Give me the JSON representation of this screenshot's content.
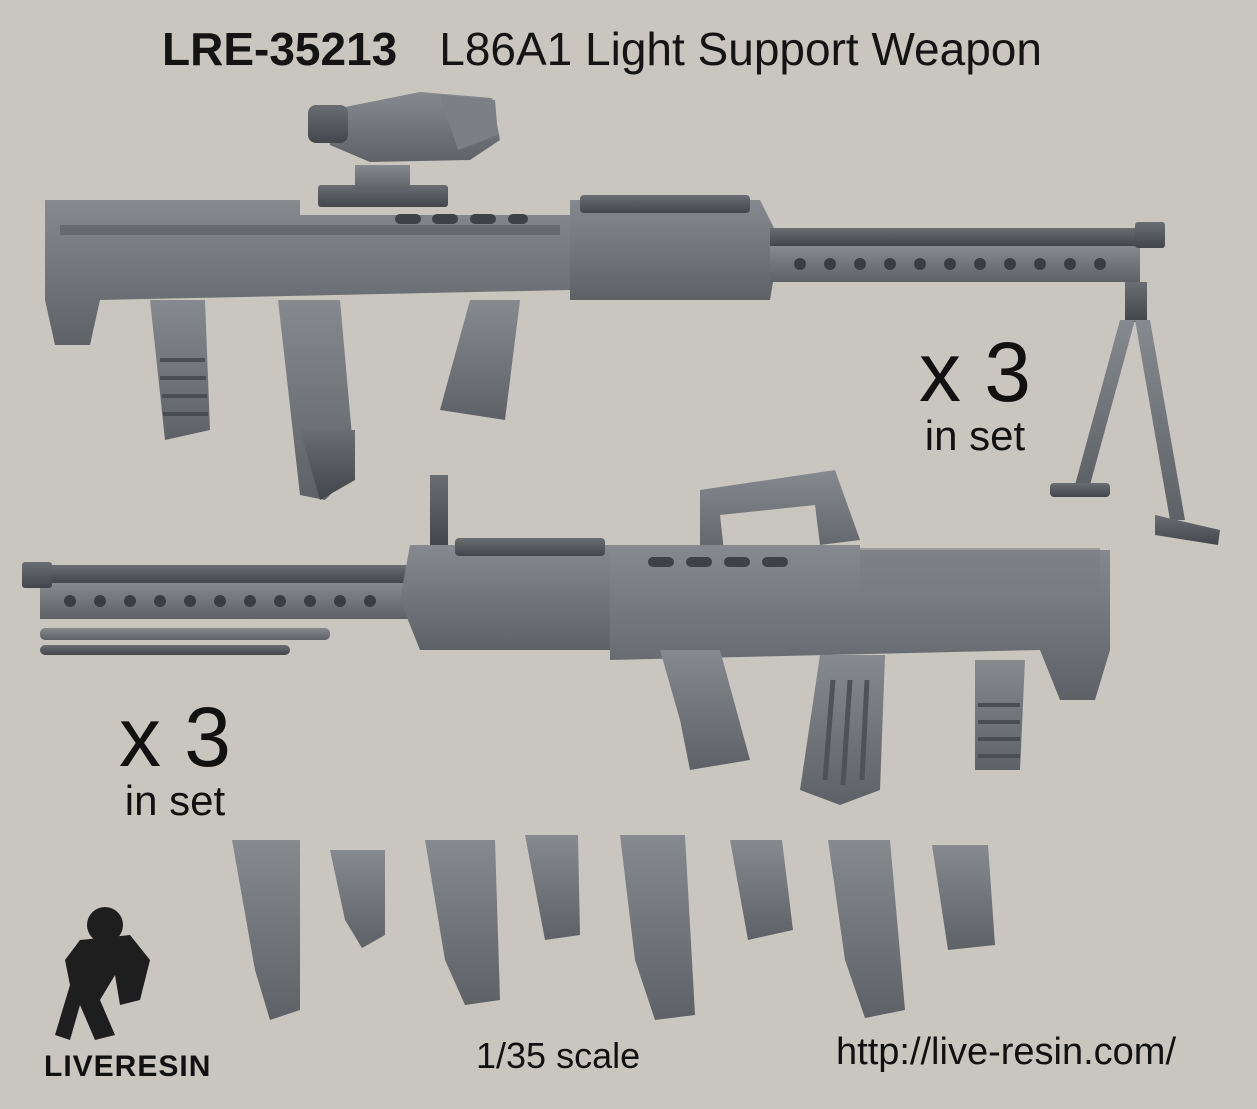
{
  "header": {
    "product_code": "LRE-35213",
    "product_name": "L86A1 Light Support Weapon"
  },
  "quantity_top": {
    "multiplier": "x 3",
    "label": "in set"
  },
  "quantity_bottom": {
    "multiplier": "x 3",
    "label": "in set"
  },
  "footer": {
    "scale": "1/35 scale",
    "url": "http://live-resin.com/",
    "brand": "LIVERESIN"
  },
  "colors": {
    "background": "#c9c6bf",
    "model_gray": "#6d7074",
    "model_dark": "#45484c",
    "model_light": "#8a8d91"
  },
  "magazine_count": 8
}
